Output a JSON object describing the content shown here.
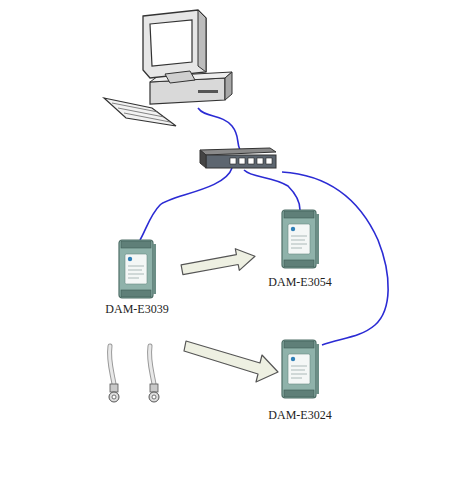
{
  "diagram": {
    "nodes": [
      {
        "text": [
          "DAM-E3039"
        ]
      },
      {
        "text": [
          "DAM-E3054"
        ]
      },
      {
        "text": [
          "DAM-E3024"
        ]
      }
    ],
    "edges": [
      {
        "from": 0,
        "to": 1,
        "arrow": "to"
      }
    ]
  }
}
